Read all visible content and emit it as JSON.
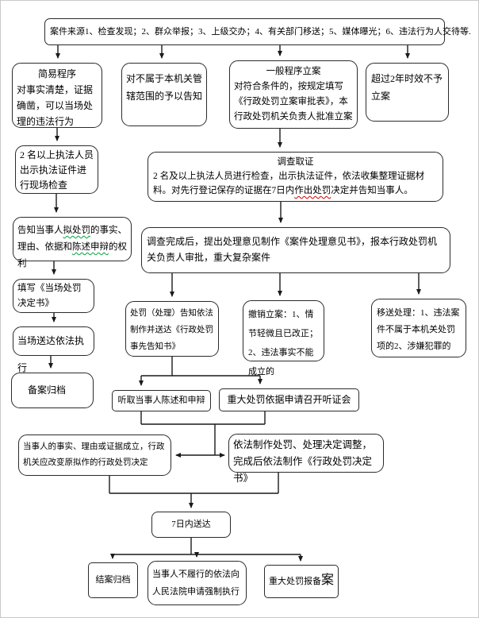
{
  "colors": {
    "line": "#1a1a1a",
    "box_border": "#2b2b2b",
    "squiggle_red": "#d40000",
    "squiggle_green": "#00a33e"
  },
  "nodes": {
    "source": {
      "text": "案件来源1、检查发现；2、群众举报；3、上级交办；4、有关部门移送；5、媒体曝光；6、违法行为人交待等."
    },
    "simple": {
      "title": "简易程序",
      "body": "对事实清楚，证据确凿，可以当场处理的违法行为"
    },
    "not_jurisdiction": {
      "text": "对不属于本机关管辖范围的予以告知"
    },
    "general": {
      "title": "一般程序立案",
      "body": "对符合条件的，按规定填写《行政处罚立案审批表》，本行政处罚机关负责人批准立案"
    },
    "overdue": {
      "text": "超过2年时效不予立案"
    },
    "officers": {
      "text": "2 名以上执法人员出示执法证件进行现场检查"
    },
    "investigation": {
      "title": "调查取证",
      "body_pre": "2 名及以上执法人员进行检查，出示执法证件，依法收集整理证据材料。对先行登记保存的证据在7日内",
      "body_wavy": "作出处罚",
      "body_post": "决定并告知当事人。"
    },
    "inform": {
      "p0": "告知当事人",
      "p1": "拟处罚",
      "p2": "的事实、理由、依据和",
      "p3": "陈述申辩",
      "p4": "的权利"
    },
    "opinion": {
      "text": "调查完成后，提出处理意见制作《案件处理意见书》，报本行政处罚机关负责人审批，重大复杂案件"
    },
    "fill_decision": {
      "text": "填写《当场处罚决定书》"
    },
    "onsite_delivery": {
      "text": "当场送达依法执行"
    },
    "filing_archive": {
      "text": "备案归档"
    },
    "advance_notice": {
      "text": "处罚（处理）告知依法制作并送达《行政处罚事先告知书》"
    },
    "revoke": {
      "text": "撤销立案：1、情节轻微且已改正；2、违法事实不能成立的"
    },
    "transfer": {
      "text": "移送处理：1、违法案件不属于本机关处罚项的2、涉嫌犯罪的"
    },
    "hear": {
      "text": "听取当事人陈述和申辩"
    },
    "hearing": {
      "text": "重大处罚依据申请召开听证会"
    },
    "party_valid": {
      "text": "当事人的事实、理由或证据成立，行政机关应改变原拟作的行政处罚决定"
    },
    "make_decision": {
      "text": "依法制作处罚、处理决定调整，完成后依法制作《行政处罚决定书》"
    },
    "deliver_7days": {
      "text": "7日内送达"
    },
    "close_archive": {
      "text": "结案归档"
    },
    "enforce": {
      "text": "当事人不履行的依法向人民法院申请强制执行"
    },
    "report": {
      "p0": "重大处罚报备",
      "p1": "案"
    }
  }
}
